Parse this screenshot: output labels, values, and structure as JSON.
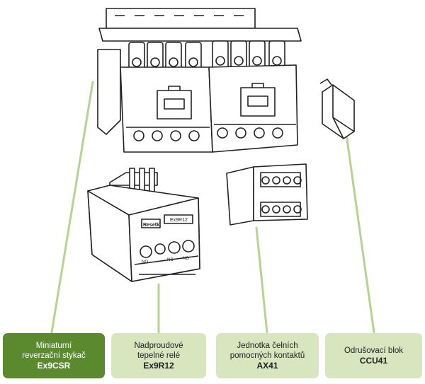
{
  "colors": {
    "primary_box": "#5b8a2e",
    "light_box": "#d7e6be",
    "connector": "#b6d38f",
    "outline": "#222222"
  },
  "product_labels": {
    "device_brand": "Resetk",
    "relay_model_plate": "Ex9R12",
    "terminal_marks": [
      "NO",
      "NC",
      "NO"
    ]
  },
  "components": [
    {
      "line1": "Miniaturní",
      "line2": "reverzační stykač",
      "code": "Ex9CSR",
      "highlighted": true
    },
    {
      "line1": "Nadproudové",
      "line2": "tepelné relé",
      "code": "Ex9R12",
      "highlighted": false
    },
    {
      "line1": "Jednotka čelních",
      "line2": "pomocných kontaktů",
      "code": "AX41",
      "highlighted": false
    },
    {
      "line1": "Odrušovací blok",
      "line2": "",
      "code": "CCU41",
      "highlighted": false
    }
  ]
}
